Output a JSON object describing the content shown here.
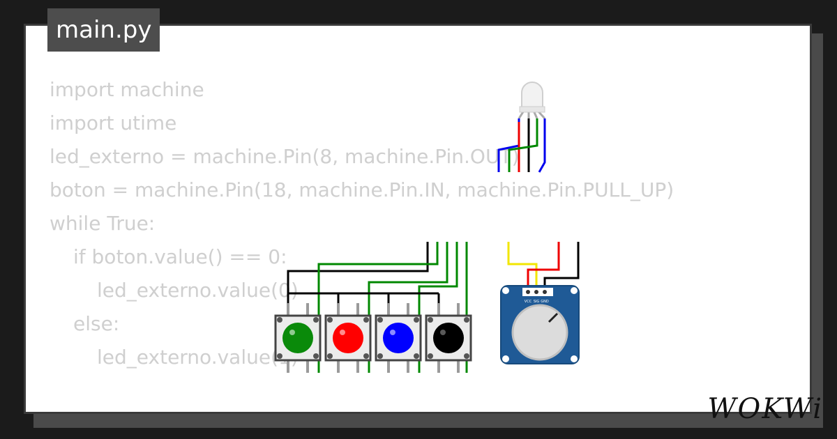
{
  "tab": {
    "filename": "main.py"
  },
  "code": {
    "lines": [
      {
        "text": "import machine",
        "indent": 0
      },
      {
        "text": "import utime",
        "indent": 0
      },
      {
        "text": "led_externo = machine.Pin(8, machine.Pin.OUT)",
        "indent": 0
      },
      {
        "text": "boton = machine.Pin(18, machine.Pin.IN, machine.Pin.PULL_UP)",
        "indent": 0
      },
      {
        "text": "while True:",
        "indent": 0
      },
      {
        "text": "if boton.value() == 0:",
        "indent": 1
      },
      {
        "text": "led_externo.value(0)",
        "indent": 2
      },
      {
        "text": "else:",
        "indent": 1
      },
      {
        "text": "led_externo.value(1)",
        "indent": 2
      }
    ]
  },
  "circuit": {
    "components": {
      "rgb_led": {
        "label": ""
      },
      "buttons": [
        {
          "name": "green",
          "color": "#0a8a0a"
        },
        {
          "name": "red",
          "color": "#ff0000"
        },
        {
          "name": "blue",
          "color": "#0000ff"
        },
        {
          "name": "black",
          "color": "#000000"
        }
      ],
      "potentiometer": {
        "pins": [
          "VCC",
          "SIG",
          "GND"
        ],
        "board_color": "#1f5a96"
      }
    },
    "wire_colors": {
      "red": "#ee0000",
      "green": "#008800",
      "blue": "#0000ee",
      "black": "#000000",
      "yellow": "#f2e600"
    }
  },
  "branding": {
    "logo": "WOKWi"
  }
}
